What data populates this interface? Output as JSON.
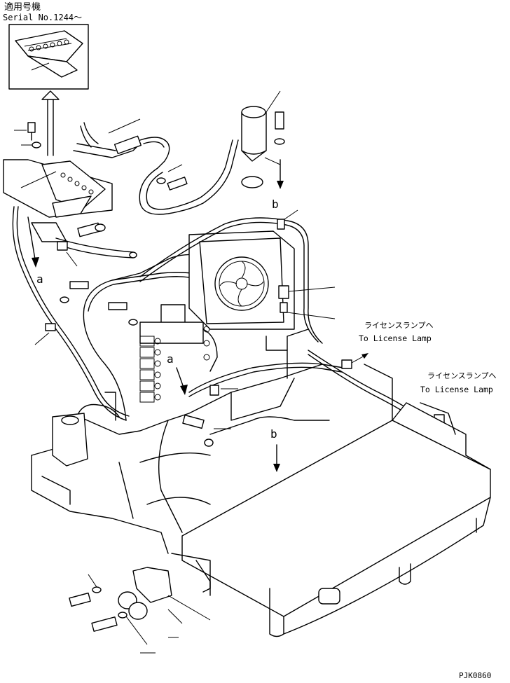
{
  "header": {
    "applicable_serial_jp": "適用号機",
    "serial_no": "Serial No.1244～"
  },
  "callouts": {
    "a_upper": "a",
    "a_lower": "a",
    "b_upper": "b",
    "b_lower": "b"
  },
  "license_lamp_1": {
    "jp": "ライセンスランプへ",
    "en": "To License Lamp"
  },
  "license_lamp_2": {
    "jp": "ライセンスランプへ",
    "en": "To License Lamp"
  },
  "drawing_number": "PJK0860"
}
